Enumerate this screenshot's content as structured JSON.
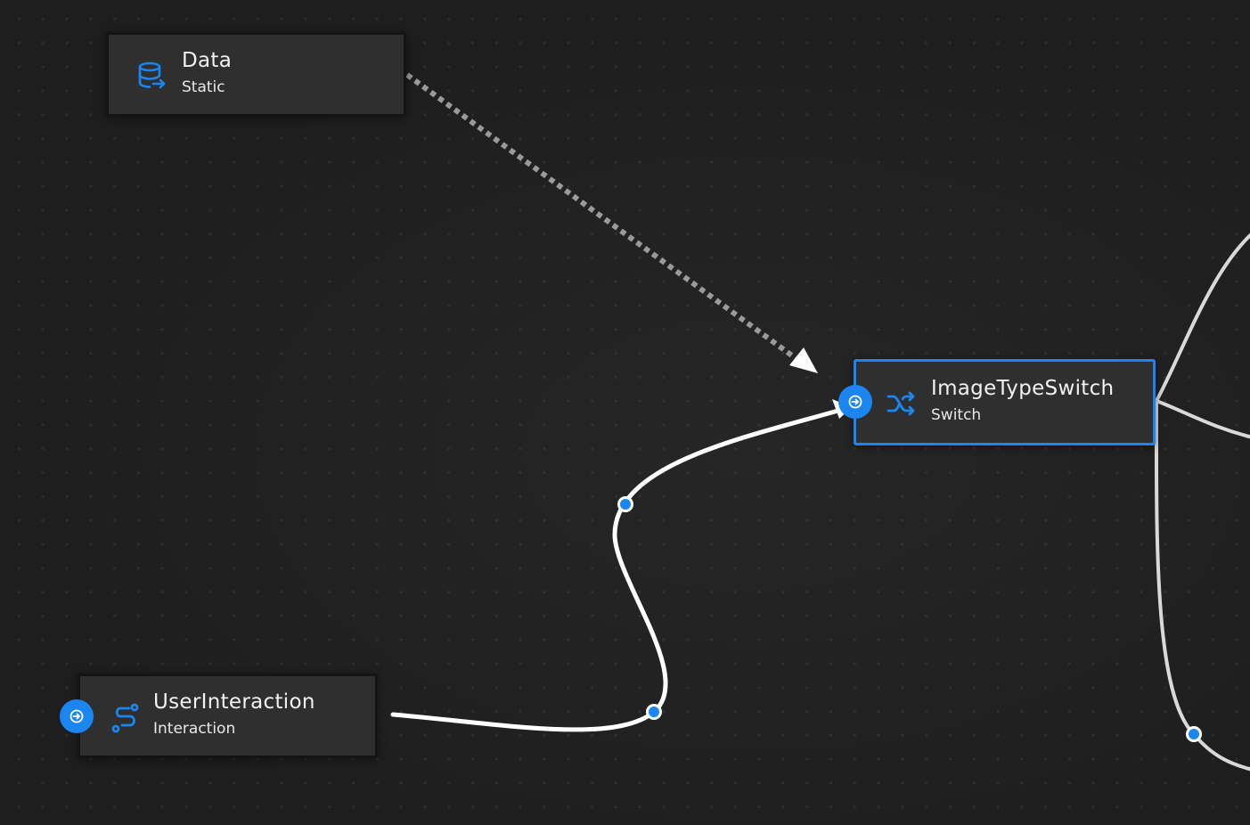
{
  "canvas": {
    "accent_color": "#1b86f2",
    "background_color": "#1e1e1e"
  },
  "nodes": [
    {
      "id": "data",
      "title": "Data",
      "subtitle": "Static",
      "icon": "database-arrow-icon",
      "selected": false,
      "has_input_port": false
    },
    {
      "id": "image-type-switch",
      "title": "ImageTypeSwitch",
      "subtitle": "Switch",
      "icon": "shuffle-icon",
      "selected": true,
      "has_input_port": true
    },
    {
      "id": "user-interaction",
      "title": "UserInteraction",
      "subtitle": "Interaction",
      "icon": "route-icon",
      "selected": false,
      "has_input_port": true
    }
  ],
  "edges": [
    {
      "from": "data",
      "to": "image-type-switch",
      "style": "dotted",
      "arrow": true
    },
    {
      "from": "user-interaction",
      "to": "image-type-switch",
      "style": "solid",
      "arrow": true,
      "control_points": 2
    },
    {
      "from": "image-type-switch",
      "to": "offscreen-right-top",
      "style": "solid"
    },
    {
      "from": "image-type-switch",
      "to": "offscreen-right-middle",
      "style": "solid"
    },
    {
      "from": "image-type-switch",
      "to": "offscreen-right-bottom",
      "style": "solid",
      "control_points": 1
    }
  ]
}
